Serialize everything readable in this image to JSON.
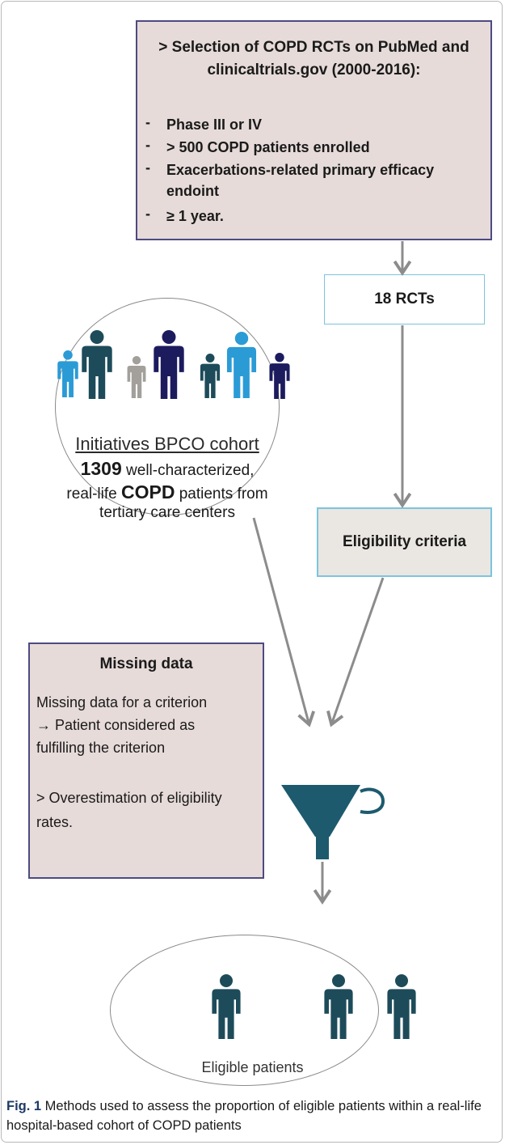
{
  "selection": {
    "header_line1": "> Selection of COPD RCTs on PubMed and",
    "header_line2": "clinicaltrials.gov (2000-2016):",
    "criteria": [
      {
        "dash": "-",
        "text": "Phase III or IV"
      },
      {
        "dash": "-",
        "text": "> 500 COPD patients enrolled"
      },
      {
        "dash": "-",
        "text": "Exacerbations-related primary efficacy"
      },
      {
        "dash": "",
        "text": "endoint"
      },
      {
        "dash": "-",
        "text": "≥ 1 year."
      }
    ]
  },
  "rcts": {
    "label": "18 RCTs"
  },
  "cohort": {
    "title": "Initiatives BPCO cohort",
    "count": "1309",
    "line1_rest": " well-characterized,",
    "line2_prefix": "real-life ",
    "line2_bold": "COPD",
    "line2_rest": " patients from",
    "line3": "tertiary care centers"
  },
  "eligibility": {
    "label": "Eligibility criteria"
  },
  "missing": {
    "title": "Missing data",
    "lines": [
      "Missing data for a criterion",
      "→ Patient considered as",
      "fulfilling the criterion",
      "",
      "> Overestimation of eligibility",
      "rates."
    ]
  },
  "eligible_patients": {
    "label": "Eligible patients"
  },
  "caption": {
    "fig_label": "Fig. 1",
    "text": " Methods used to assess the proportion of eligible patients within a real-life hospital-based cohort of COPD patients"
  },
  "colors": {
    "box_fill": "#e6dbd9",
    "box_border": "#4e4a82",
    "light_border": "#7cc4e0",
    "funnel": "#1d5a6e",
    "arrow": "#8c8c8c",
    "people": [
      "#2b9bd6",
      "#1d4b5a",
      "#a3a09b",
      "#1c1b5e",
      "#1d4b5a",
      "#2b9bd6",
      "#1c1b5e"
    ]
  }
}
